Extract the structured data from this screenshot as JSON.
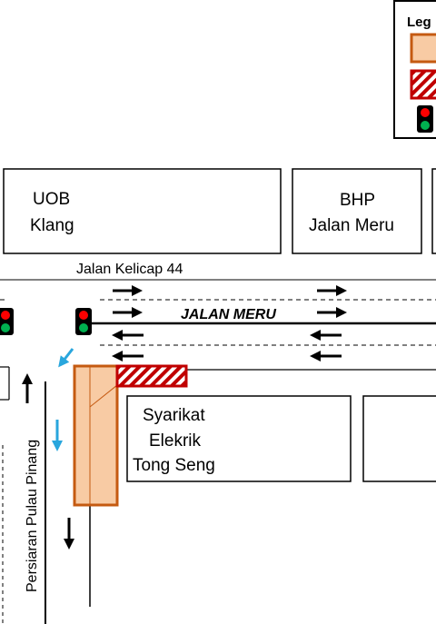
{
  "legend": {
    "title": "Leg"
  },
  "buildings": [
    {
      "line1": "UOB",
      "line2": "Klang"
    },
    {
      "line1": "BHP",
      "line2": "Jalan Meru"
    },
    {
      "line1": "Syarikat",
      "line2": "Elekrik",
      "line3": "Tong Seng"
    }
  ],
  "roads": {
    "jalan_kelicap": "Jalan Kelicap 44",
    "jalan_meru": "JALAN MERU",
    "persiaran": "Persiaran Pulau Pinang"
  },
  "colors": {
    "work_zone_fill": "#f8cba4",
    "work_zone_border": "#c55a11",
    "hatch_border": "#c00000",
    "hatch_stripe": "#c00000",
    "blue_arrow": "#29a6dd",
    "signal_red": "#ff0000",
    "signal_green": "#00b050"
  },
  "icons": [
    "traffic-light-icon",
    "arrow-right-icon",
    "arrow-left-icon",
    "arrow-up-icon",
    "arrow-down-icon"
  ]
}
